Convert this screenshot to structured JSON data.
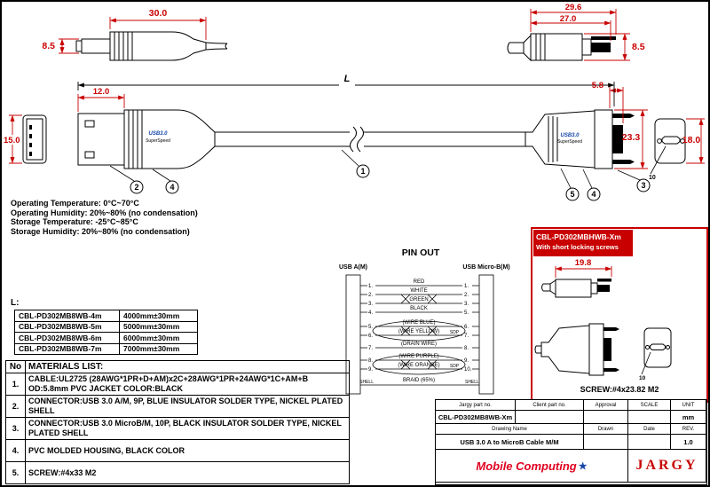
{
  "dims": {
    "a_body": "30.0",
    "a_height": "8.5",
    "a_shell": "12.0",
    "a_width": "15.0",
    "cable_length": "L",
    "b_tip": "5.8",
    "b_overall": "29.6",
    "b_body": "27.0",
    "b_height": "8.5",
    "b_width": "23.3",
    "b_face": "18.0",
    "pin10": "10"
  },
  "callouts": {
    "cable": "1",
    "conn_a": "2",
    "conn_b": "3",
    "housing_a": "4",
    "housing_b": "4",
    "screw": "5"
  },
  "logos": {
    "usb": "USB3.0",
    "superspeed": "SuperSpeed"
  },
  "notes": {
    "line1": "Operating Temperature: 0°C~70°C",
    "line2": "Operating Humidity: 20%~80% (no condensation)",
    "line3": "Storage Temperature: -25°C~85°C",
    "line4": "Storage Humidity: 20%~80% (no condensation)"
  },
  "length_table": {
    "label": "L:",
    "rows": [
      {
        "part": "CBL-PD302MB8WB-4m",
        "len": "4000mm±30mm"
      },
      {
        "part": "CBL-PD302MB8WB-5m",
        "len": "5000mm±30mm"
      },
      {
        "part": "CBL-PD302MB8WB-6m",
        "len": "6000mm±30mm"
      },
      {
        "part": "CBL-PD302MB8WB-7m",
        "len": "7000mm±30mm"
      }
    ]
  },
  "pinout": {
    "title": "PIN OUT",
    "left_header": "USB A(M)",
    "right_header": "USB Micro-B(M)",
    "sdp1": "SDP",
    "sdp2": "SDP",
    "rows": [
      {
        "l": "1.",
        "wire": "RED",
        "r": "1."
      },
      {
        "l": "2.",
        "wire": "WHITE",
        "r": "2."
      },
      {
        "l": "3.",
        "wire": "GREEN",
        "r": "3."
      },
      {
        "l": "4.",
        "wire": "BLACK",
        "r": "5."
      },
      {
        "l": "5.",
        "wire": "(WIRE BLUE)",
        "r": "6."
      },
      {
        "l": "6.",
        "wire": "(WIRE YELLOW)",
        "r": "7."
      },
      {
        "l": "7.",
        "wire": "(DRAIN WIRE)",
        "r": "8."
      },
      {
        "l": "8.",
        "wire": "(WIRE PURPLE)",
        "r": "9."
      },
      {
        "l": "9.",
        "wire": "(WIRE ORANGE)",
        "r": "10."
      },
      {
        "l": "SHELL",
        "wire": "BRAID (65%)",
        "r": "SHELL"
      }
    ]
  },
  "variant": {
    "title": "CBL-PD302MBHWB-Xm",
    "subtitle": "With short locking screws",
    "dim": "19.8",
    "screw": "SCREW:#4x23.82 M2",
    "pin10": "10"
  },
  "materials": {
    "col_no": "No",
    "title": "MATERIALS LIST:",
    "rows": [
      {
        "no": "1.",
        "text": "CABLE:UL2725 (28AWG*1PR+D+AM)x2C+28AWG*1PR+24AWG*1C+AM+B OD:5.8mm  PVC JACKET COLOR:BLACK"
      },
      {
        "no": "2.",
        "text": "CONNECTOR:USB 3.0 A/M, 9P, BLUE INSULATOR SOLDER TYPE, NICKEL PLATED SHELL"
      },
      {
        "no": "3.",
        "text": "CONNECTOR:USB 3.0 MicroB/M, 10P, BLACK INSULATOR SOLDER TYPE, NICKEL PLATED SHELL"
      },
      {
        "no": "4.",
        "text": "PVC MOLDED HOUSING, BLACK COLOR"
      },
      {
        "no": "5.",
        "text": "SCREW:#4x33 M2"
      }
    ]
  },
  "title_block": {
    "jargy_label": "Jargy part no.",
    "client_label": "Client part no.",
    "approval_label": "Approval",
    "scale_label": "SCALE",
    "unit_label": "UNIT",
    "part_no": "CBL-PD302MB8WB-Xm",
    "unit": "mm",
    "drawing_label": "Drawing Name",
    "drawn_label": "Drawn",
    "date_label": "Date",
    "rev_label": "REV.",
    "drawing_name": "USB 3.0 A to MicroB Cable M/M",
    "rev": "1.0",
    "brand_left": "Mobile Computing",
    "brand_mark": "★",
    "brand_right": "JARGY"
  }
}
